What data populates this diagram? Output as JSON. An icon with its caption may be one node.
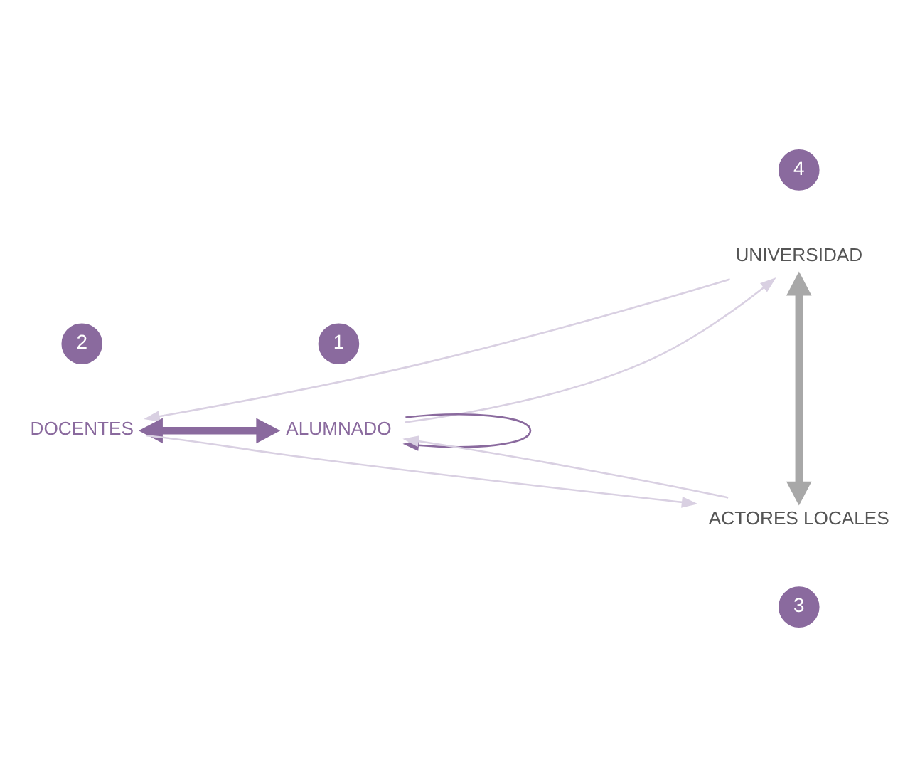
{
  "diagram": {
    "nodes": [
      {
        "text": [
          "4"
        ]
      },
      {
        "text": [
          "UNIVERSIDAD"
        ]
      },
      {
        "text": [
          "2"
        ]
      },
      {
        "text": [
          "1"
        ]
      },
      {
        "text": [
          "DOCENTES"
        ]
      },
      {
        "text": [
          "ALUMNADO"
        ]
      },
      {
        "text": [
          "ACTORES LOCALES"
        ]
      },
      {
        "text": [
          "3"
        ]
      }
    ],
    "edges": [
      {
        "from": 1,
        "to": 4,
        "arrow": "to",
        "color": "#d9d0e2"
      },
      {
        "from": 4,
        "to": 6,
        "arrow": "to",
        "color": "#d9d0e2"
      },
      {
        "from": 6,
        "to": 5,
        "arrow": "to",
        "color": "#d9d0e2"
      },
      {
        "from": 5,
        "to": 1,
        "arrow": "to",
        "color": "#d9d0e2"
      },
      {
        "from": 4,
        "to": 5,
        "arrow": "both",
        "style": "thick",
        "color": "#8a6a9e"
      },
      {
        "from": 1,
        "to": 6,
        "arrow": "both",
        "style": "thick",
        "color": "#a8a8a8"
      },
      {
        "from": 5,
        "to": 5,
        "arrow": "to",
        "color": "#8a6a9e"
      }
    ]
  }
}
